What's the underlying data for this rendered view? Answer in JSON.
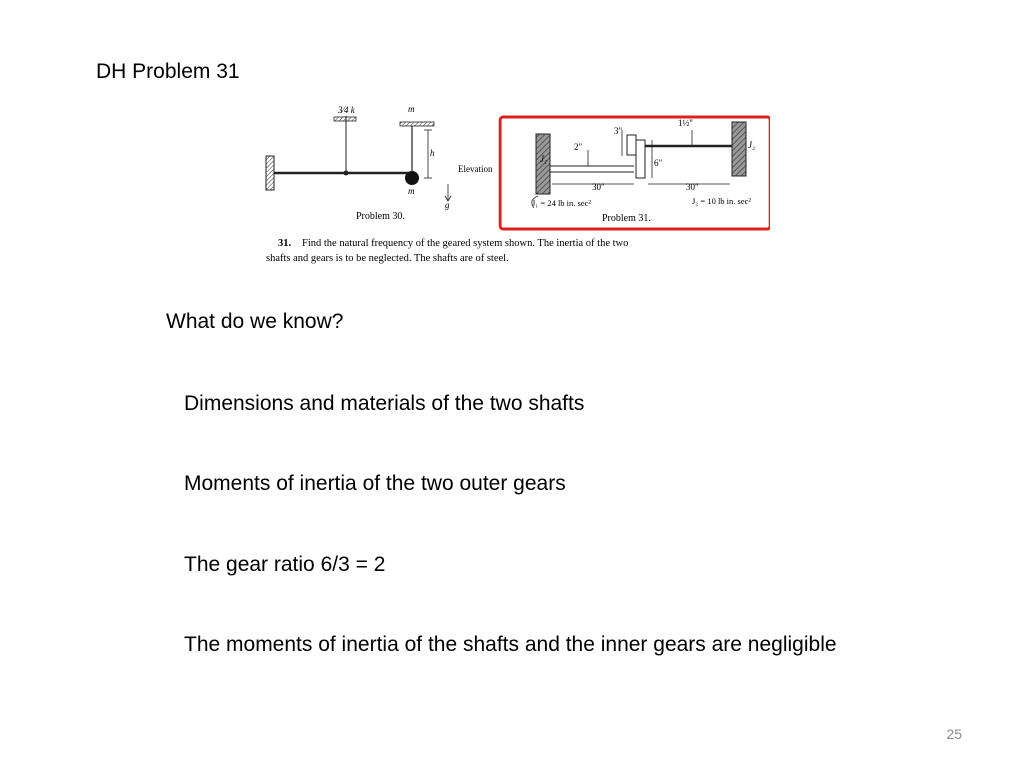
{
  "slide": {
    "title": "DH Problem 31",
    "heading": "What do we know?",
    "points": [
      "Dimensions and materials of the two shafts",
      "Moments of inertia of the two outer gears",
      "The gear ratio 6/3 = 2",
      "The moments of inertia of the shafts and the inner gears are negligible"
    ],
    "page_number": "25"
  },
  "figure": {
    "problem30_caption": "Problem 30.",
    "elevation_label": "Elevation",
    "label_34k": "3⁄4 k",
    "label_m_top": "m",
    "label_m_mass": "m",
    "label_h": "h",
    "label_g": "g",
    "problem31_caption": "Problem 31.",
    "label_J1": "J₁",
    "label_J2": "J₂",
    "dim_2in": "2\"",
    "dim_3in": "3\"",
    "dim_6in": "6\"",
    "dim_1_5in": "1½\"",
    "dim_30_left": "30\"",
    "dim_30_right": "30\"",
    "J1_value": "J₁ = 24 lb in. sec²",
    "J2_value": "J₂ = 10 lb in. sec²",
    "problem_number": "31.",
    "problem_text_line1": "Find the natural frequency of the geared system shown.   The inertia of the two",
    "problem_text_line2": "shafts and gears is to be neglected.   The shafts are of steel.",
    "highlight_color": "#e02020"
  }
}
